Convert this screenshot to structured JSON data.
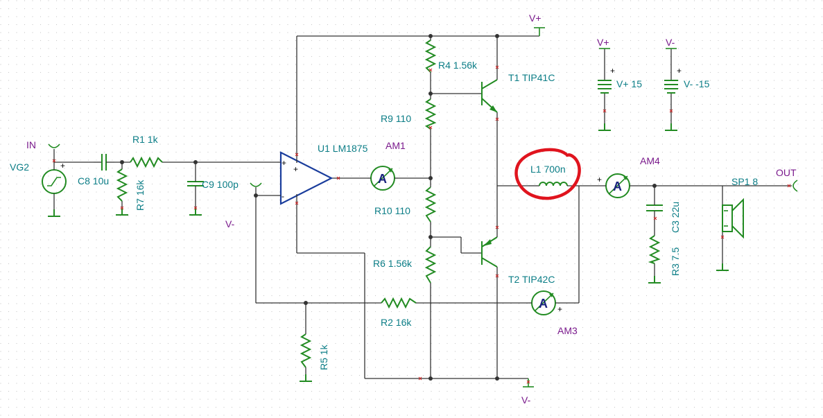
{
  "labels": {
    "in": "IN",
    "vg2": "VG2",
    "c8": "C8 10u",
    "r1": "R1 1k",
    "r7": "R7 16k",
    "c9": "C9 100p",
    "u1": "U1 LM1875",
    "vminus_left": "V-",
    "am1": "AM1",
    "r4": "R4 1.56k",
    "r9": "R9 110",
    "r10": "R10 110",
    "r6": "R6 1.56k",
    "t1": "T1 TIP41C",
    "t2": "T2 TIP42C",
    "vplus_top": "V+",
    "vminus_bottom": "V-",
    "l1": "L1 700n",
    "am4": "AM4",
    "am3": "AM3",
    "r2": "R2 16k",
    "r5": "R5 1k",
    "c3": "C3 22u",
    "r3": "R3 7.5",
    "sp1": "SP1 8",
    "out": "OUT",
    "bat_pos_top": "V+",
    "bat_pos_val": "V+ 15",
    "bat_neg_top": "V-",
    "bat_neg_val": "V- -15",
    "ammeter_symbol": "A"
  },
  "colors": {
    "wire": "#333333",
    "component": "#228b22",
    "label": "#0b7d86",
    "port_label": "#7a1a8c",
    "opamp": "#1a3d9c",
    "highlight": "#e0141e"
  }
}
